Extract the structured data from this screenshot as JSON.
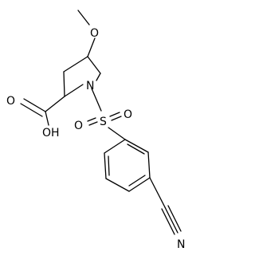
{
  "molecule": {
    "atom_labels": {
      "methoxy_oxygen": "O",
      "ring_nitrogen": "N",
      "carbonyl_oxygen": "O",
      "hydroxyl": "OH",
      "sulfur": "S",
      "sulfonyl_oxygen_left": "O",
      "sulfonyl_oxygen_right": "O",
      "nitrile_nitrogen": "N"
    }
  }
}
